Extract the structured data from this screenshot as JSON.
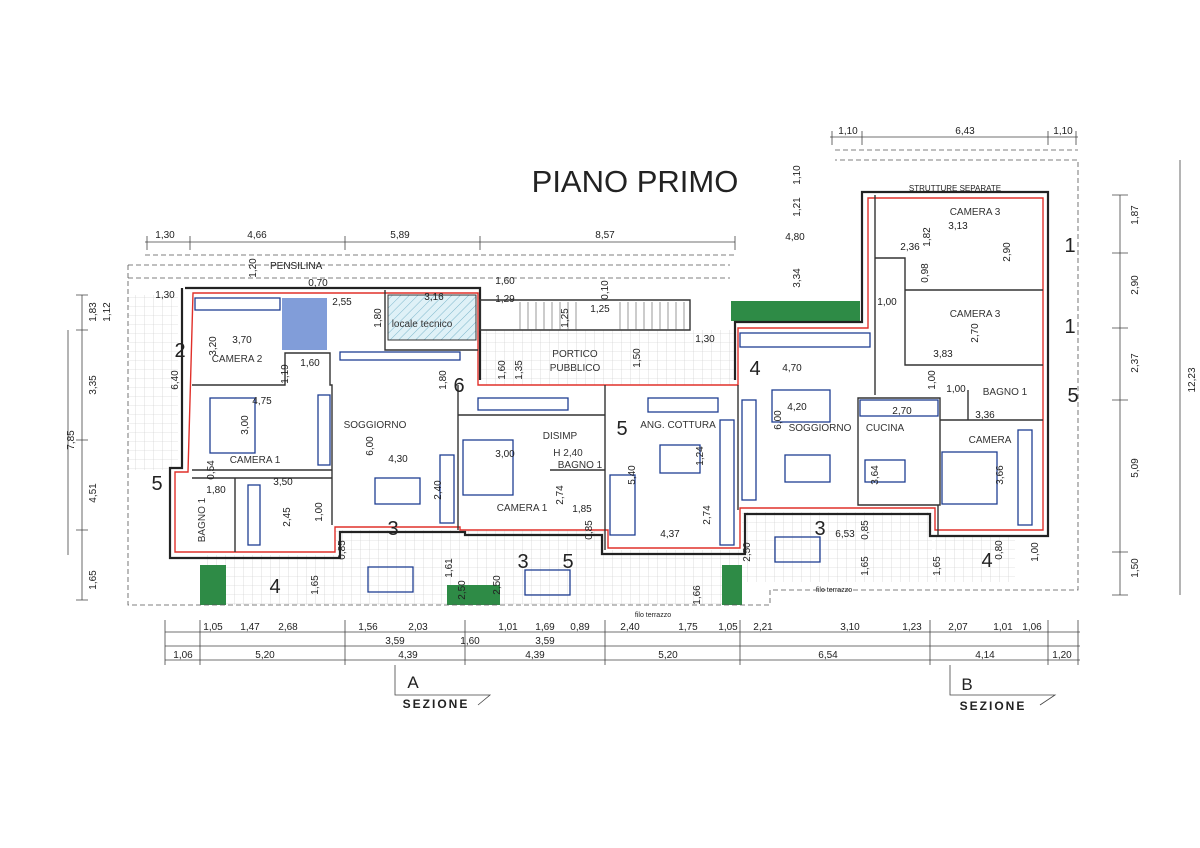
{
  "title": "PIANO PRIMO",
  "colors": {
    "wall": "#222222",
    "boundary": "#e0302a",
    "furniture": "#1f3f93",
    "planter": "#2e8b46"
  },
  "notes": {
    "pensilina": "PENSILINA",
    "strutture": "STRUTTURE SEPARATE",
    "filo_terrazzo": "filo terrazzo"
  },
  "rooms": [
    "CAMERA 2",
    "CAMERA 1",
    "SOGGIORNO",
    "locale tecnico",
    "PORTICO",
    "PUBBLICO",
    "ANG. COTTURA",
    "DISIMP",
    "H 2,40",
    "BAGNO 1",
    "CAMERA 1",
    "BAGNO 1",
    "SOGGIORNO",
    "CUCINA",
    "CAMERA",
    "CAMERA 3",
    "CAMERA 3",
    "BAGNO 1"
  ],
  "dims_top": [
    "1,30",
    "4,66",
    "5,89",
    "8,57",
    "1,10",
    "6,43",
    "1,10"
  ],
  "dims_bottom_row1": [
    "1,05",
    "1,47",
    "2,68",
    "1,56",
    "2,03",
    "1,01",
    "1,69",
    "0,89",
    "2,40",
    "1,75",
    "1,05",
    "2,21",
    "3,10",
    "1,23",
    "2,07",
    "1,01",
    "1,06"
  ],
  "dims_bottom_row2": [
    "3,59",
    "1,60",
    "3,59"
  ],
  "dims_bottom_row3": [
    "1,06",
    "5,20",
    "4,39",
    "4,39",
    "5,20",
    "6,54",
    "4,14",
    "1,20"
  ],
  "dims_left": [
    "1,83",
    "1,12",
    "3,35",
    "7,85",
    "4,51",
    "1,65",
    "6,40"
  ],
  "dims_right": [
    "1,87",
    "2,90",
    "2,37",
    "5,09",
    "1,50",
    "12,23"
  ],
  "dims_interior": [
    "1,30",
    "3,70",
    "3,20",
    "1,60",
    "1,19",
    "0,70",
    "2,55",
    "1,20",
    "3,16",
    "1,80",
    "1,60",
    "1,29",
    "1,25",
    "0,10",
    "1,25",
    "1,35",
    "1,60",
    "1,50",
    "1,30",
    "1,80",
    "4,75",
    "3,00",
    "6,00",
    "4,30",
    "2,40",
    "0,54",
    "1,80",
    "3,50",
    "2,45",
    "1,00",
    "0,85",
    "3,00",
    "2,74",
    "1,85",
    "5,40",
    "2,74",
    "4,37",
    "1,24",
    "4,70",
    "4,20",
    "6,00",
    "2,70",
    "3,64",
    "3,66",
    "3,13",
    "2,90",
    "3,83",
    "2,70",
    "2,36",
    "1,82",
    "0,98",
    "1,00",
    "1,00",
    "1,00",
    "3,36",
    "4,80",
    "3,34",
    "1,21",
    "1,10",
    "6,53",
    "0,85",
    "1,65",
    "1,65",
    "2,50",
    "0,80",
    "1,00",
    "1,65",
    "1,61",
    "2,50",
    "2,50",
    "1,66",
    "0,85"
  ],
  "unit_numbers": [
    "2",
    "5",
    "4",
    "3",
    "3",
    "5",
    "6",
    "5",
    "4",
    "3",
    "4",
    "1",
    "1",
    "5"
  ],
  "sections": [
    {
      "letter": "A",
      "label": "SEZIONE"
    },
    {
      "letter": "B",
      "label": "SEZIONE"
    }
  ]
}
